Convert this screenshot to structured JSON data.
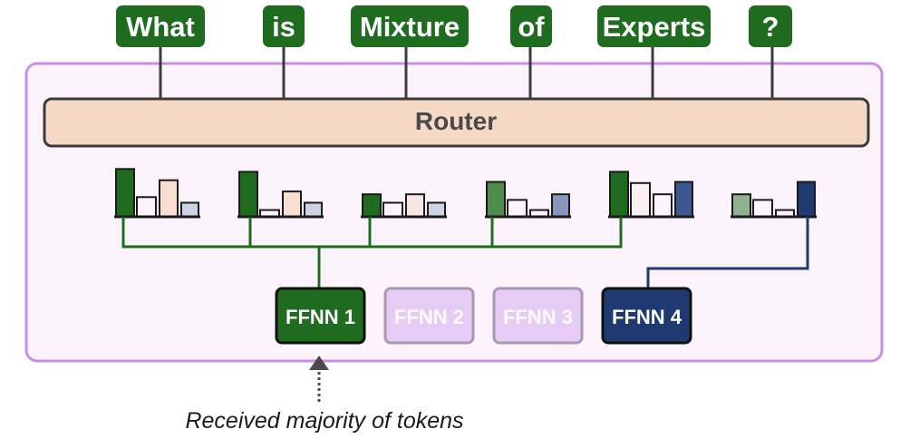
{
  "tokens": [
    "What",
    "is",
    "Mixture",
    "of",
    "Experts",
    "?"
  ],
  "router_label": "Router",
  "experts": [
    {
      "label": "FFNN 1",
      "active": true,
      "color": "#1f6b1f"
    },
    {
      "label": "FFNN 2",
      "active": false,
      "color": "#e6ccf5"
    },
    {
      "label": "FFNN 3",
      "active": false,
      "color": "#e6ccf5"
    },
    {
      "label": "FFNN 4",
      "active": true,
      "color": "#1e3a70"
    }
  ],
  "routing": [
    {
      "token": "What",
      "probs": [
        0.85,
        0.35,
        0.65,
        0.25
      ],
      "selected_expert": "FFNN 1"
    },
    {
      "token": "is",
      "probs": [
        0.8,
        0.12,
        0.45,
        0.25
      ],
      "selected_expert": "FFNN 1"
    },
    {
      "token": "Mixture",
      "probs": [
        0.4,
        0.25,
        0.4,
        0.25
      ],
      "selected_expert": "FFNN 1"
    },
    {
      "token": "of",
      "probs": [
        0.62,
        0.3,
        0.12,
        0.4
      ],
      "selected_expert": "FFNN 1"
    },
    {
      "token": "Experts",
      "probs": [
        0.8,
        0.6,
        0.4,
        0.62
      ],
      "selected_expert": "FFNN 1"
    },
    {
      "token": "?",
      "probs": [
        0.4,
        0.3,
        0.12,
        0.62
      ],
      "selected_expert": "FFNN 4"
    }
  ],
  "caption": "Received majority of tokens",
  "colors": {
    "token_bg": "#1f6b1f",
    "router_fill": "#f5d9c4",
    "panel_fill": "#fdf3fc",
    "panel_border": "#c98ee8",
    "green_line": "#1f6b1f",
    "blue_line": "#1e3a70",
    "bar_colors": [
      "#1f6b1f",
      "#fdf3fc",
      "#f5d9c4",
      "#ccd3e3"
    ]
  }
}
